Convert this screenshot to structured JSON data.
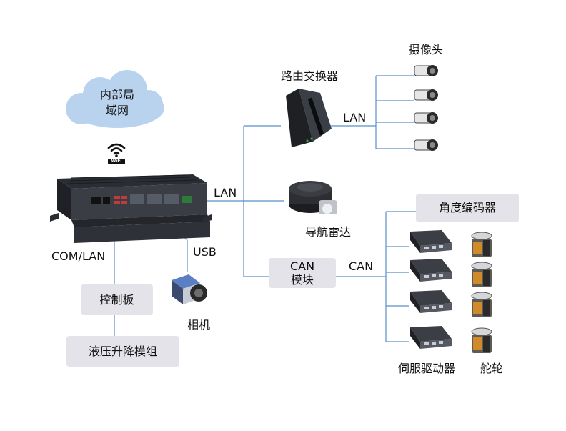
{
  "network": {
    "cloud_label": "内部局\n域网"
  },
  "links": {
    "lan_main": "LAN",
    "lan_switch": "LAN",
    "usb": "USB",
    "com_lan": "COM/LAN",
    "can": "CAN"
  },
  "devices": {
    "switch": "路由交换器",
    "camera_group": "摄像头",
    "lidar": "导航雷达",
    "can_module": "CAN\n模块",
    "encoder": "角度编码器",
    "servo_drivers": "伺服驱动器",
    "steering_wheels": "舵轮",
    "camera": "相机",
    "control_board": "控制板",
    "hydraulic_module": "液压升降模组"
  },
  "icons": {
    "wifi": "wifi-icon",
    "wifi_badge": "WiFi"
  },
  "colors": {
    "wire": "#5b8fc9",
    "box_fill": "#e3e3e9",
    "cloud": "#b9d3ef"
  }
}
